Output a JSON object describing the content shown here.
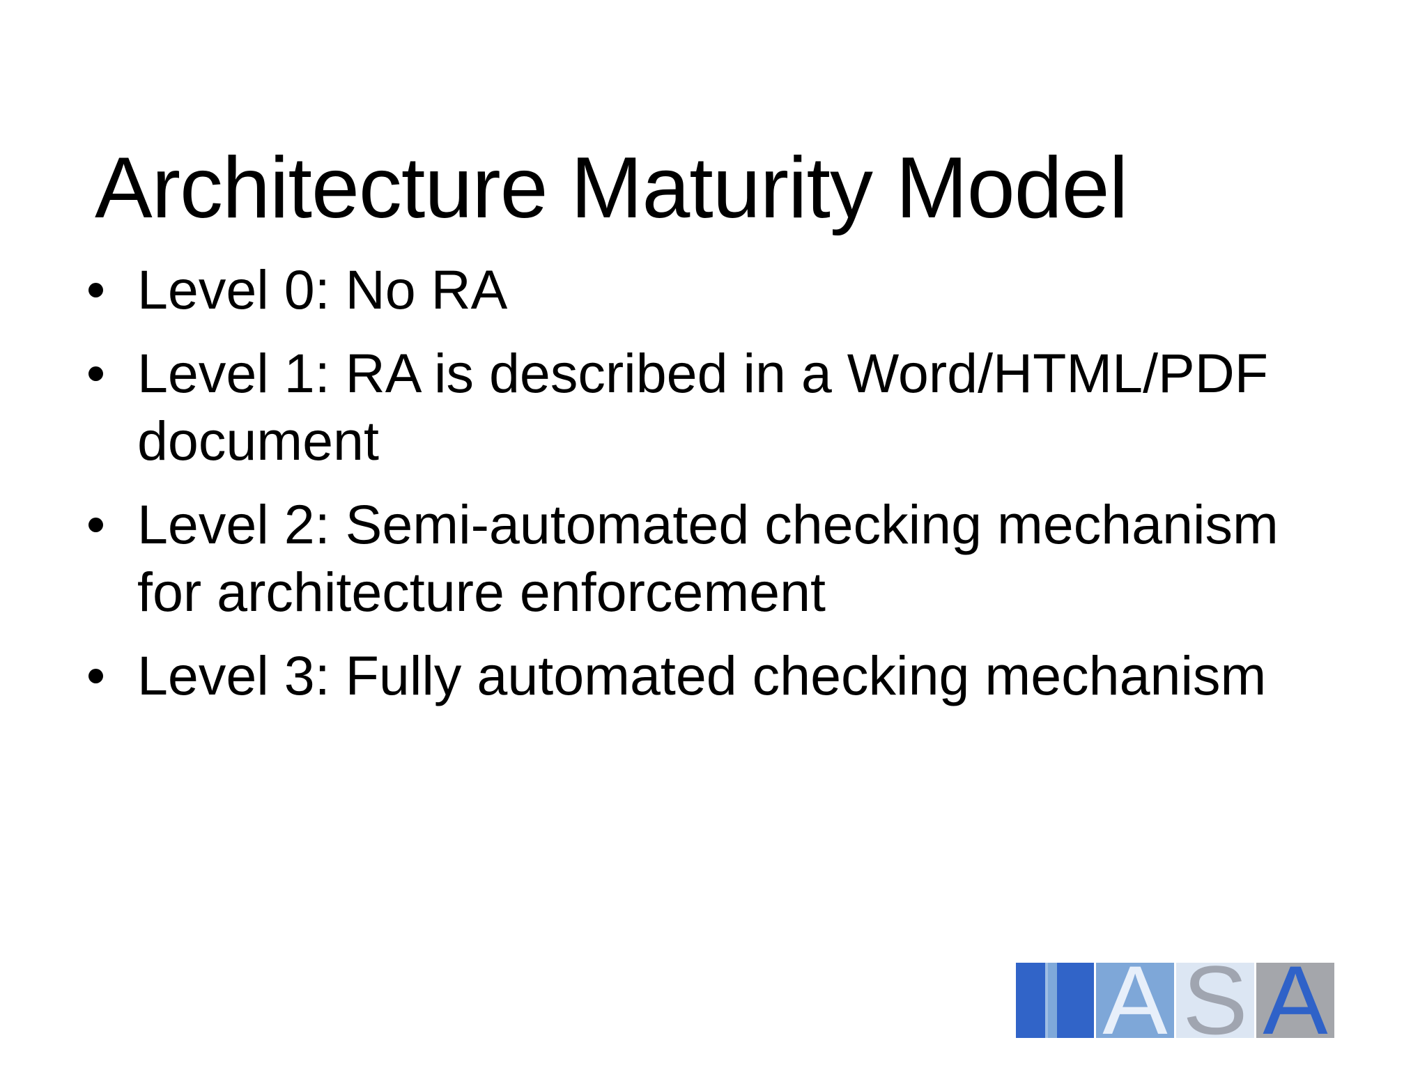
{
  "slide": {
    "title": "Architecture Maturity Model",
    "bullets": [
      {
        "lines": [
          "Level 0: No RA"
        ]
      },
      {
        "lines": [
          "Level 1: RA is described in a Word/HTML/PDF",
          "document"
        ]
      },
      {
        "lines": [
          "Level 2: Semi-automated checking mechanism",
          "for architecture enforcement"
        ]
      },
      {
        "lines": [
          "Level 3: Fully automated checking mechanism"
        ]
      }
    ]
  },
  "logo": {
    "alt": "IASA",
    "tiles": [
      {
        "letter": "I",
        "bg": "#3164c8",
        "fg": "#7fa9da"
      },
      {
        "letter": "A",
        "bg": "#7ea7d8",
        "fg": "#e7effa"
      },
      {
        "letter": "S",
        "bg": "#dce6f3",
        "fg": "#a0a5b0"
      },
      {
        "letter": "A",
        "bg": "#a4a6ab",
        "fg": "#2f62c8"
      }
    ]
  },
  "colors": {
    "background": "#ffffff",
    "text": "#000000"
  }
}
